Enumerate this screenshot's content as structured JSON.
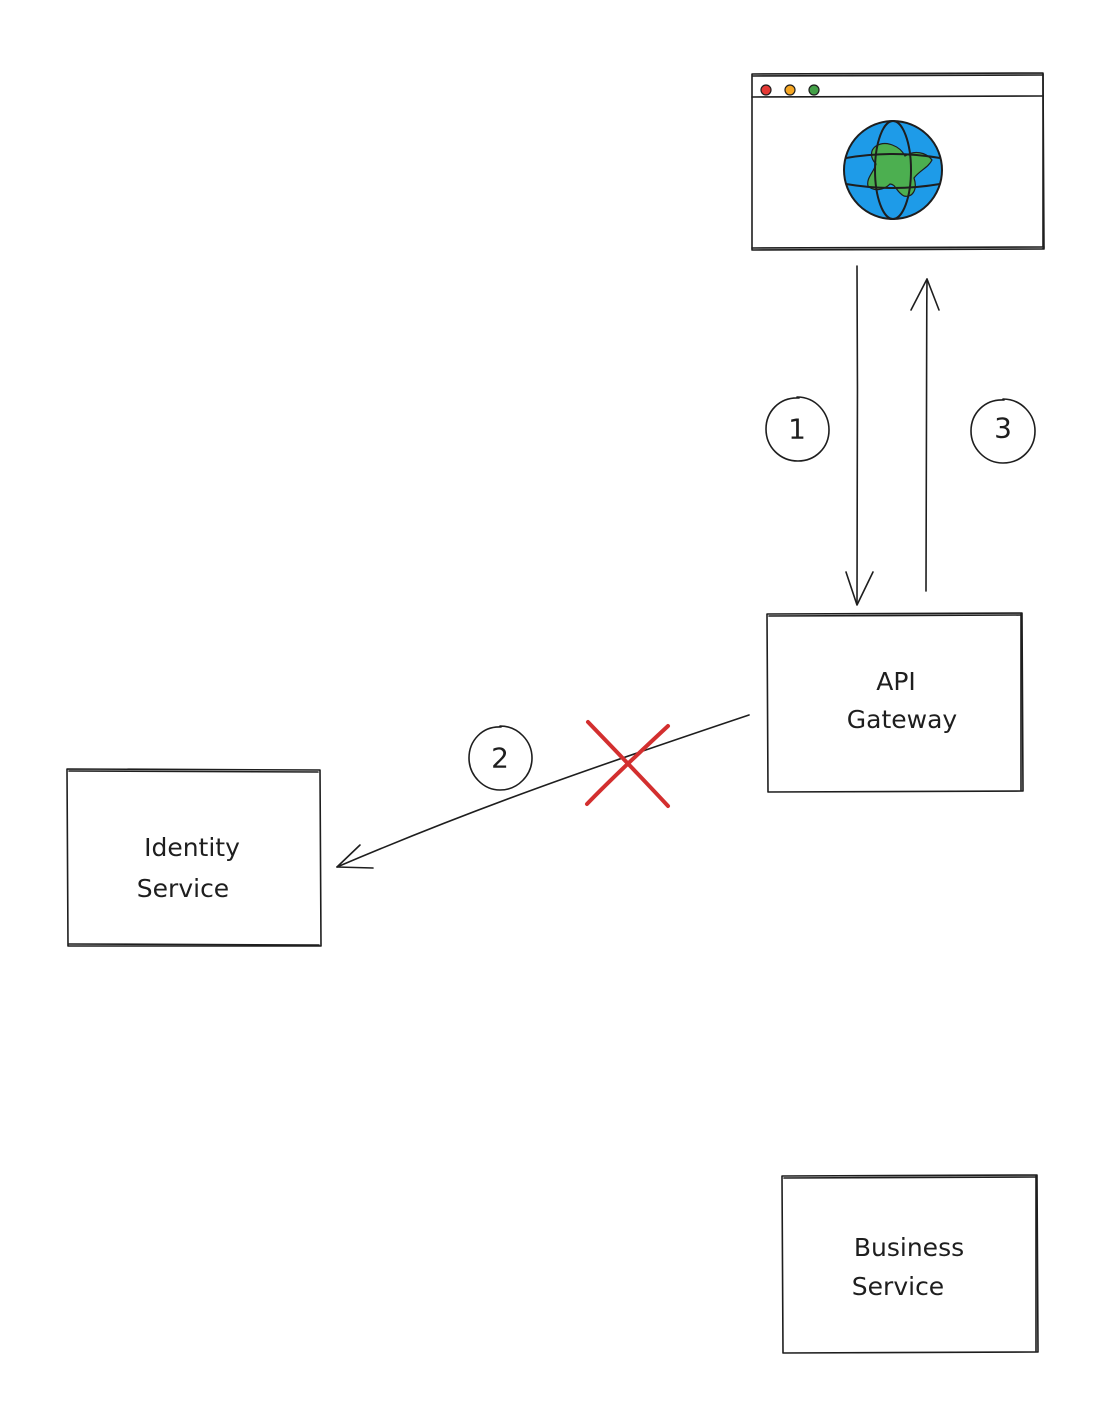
{
  "diagram": {
    "nodes": {
      "browser": {
        "kind": "browser-window"
      },
      "api_gateway": {
        "line1": "API",
        "line2": "Gateway"
      },
      "identity_service": {
        "line1": "Identity",
        "line2": "Service"
      },
      "business_service": {
        "line1": "Business",
        "line2": "Service"
      }
    },
    "steps": {
      "step1": "1",
      "step2": "2",
      "step3": "3"
    },
    "edges": [
      {
        "from": "browser",
        "to": "api_gateway",
        "step": "1"
      },
      {
        "from": "api_gateway",
        "to": "identity_service",
        "step": "2",
        "status": "failed"
      },
      {
        "from": "api_gateway",
        "to": "browser",
        "step": "3"
      }
    ],
    "colors": {
      "ink": "#1e1e1e",
      "failure_cross": "#d32f2f",
      "globe_ocean": "#1e9be8",
      "globe_land": "#4caf50",
      "dot_red": "#e53935",
      "dot_yellow": "#f5a623",
      "dot_green": "#43a047"
    }
  }
}
